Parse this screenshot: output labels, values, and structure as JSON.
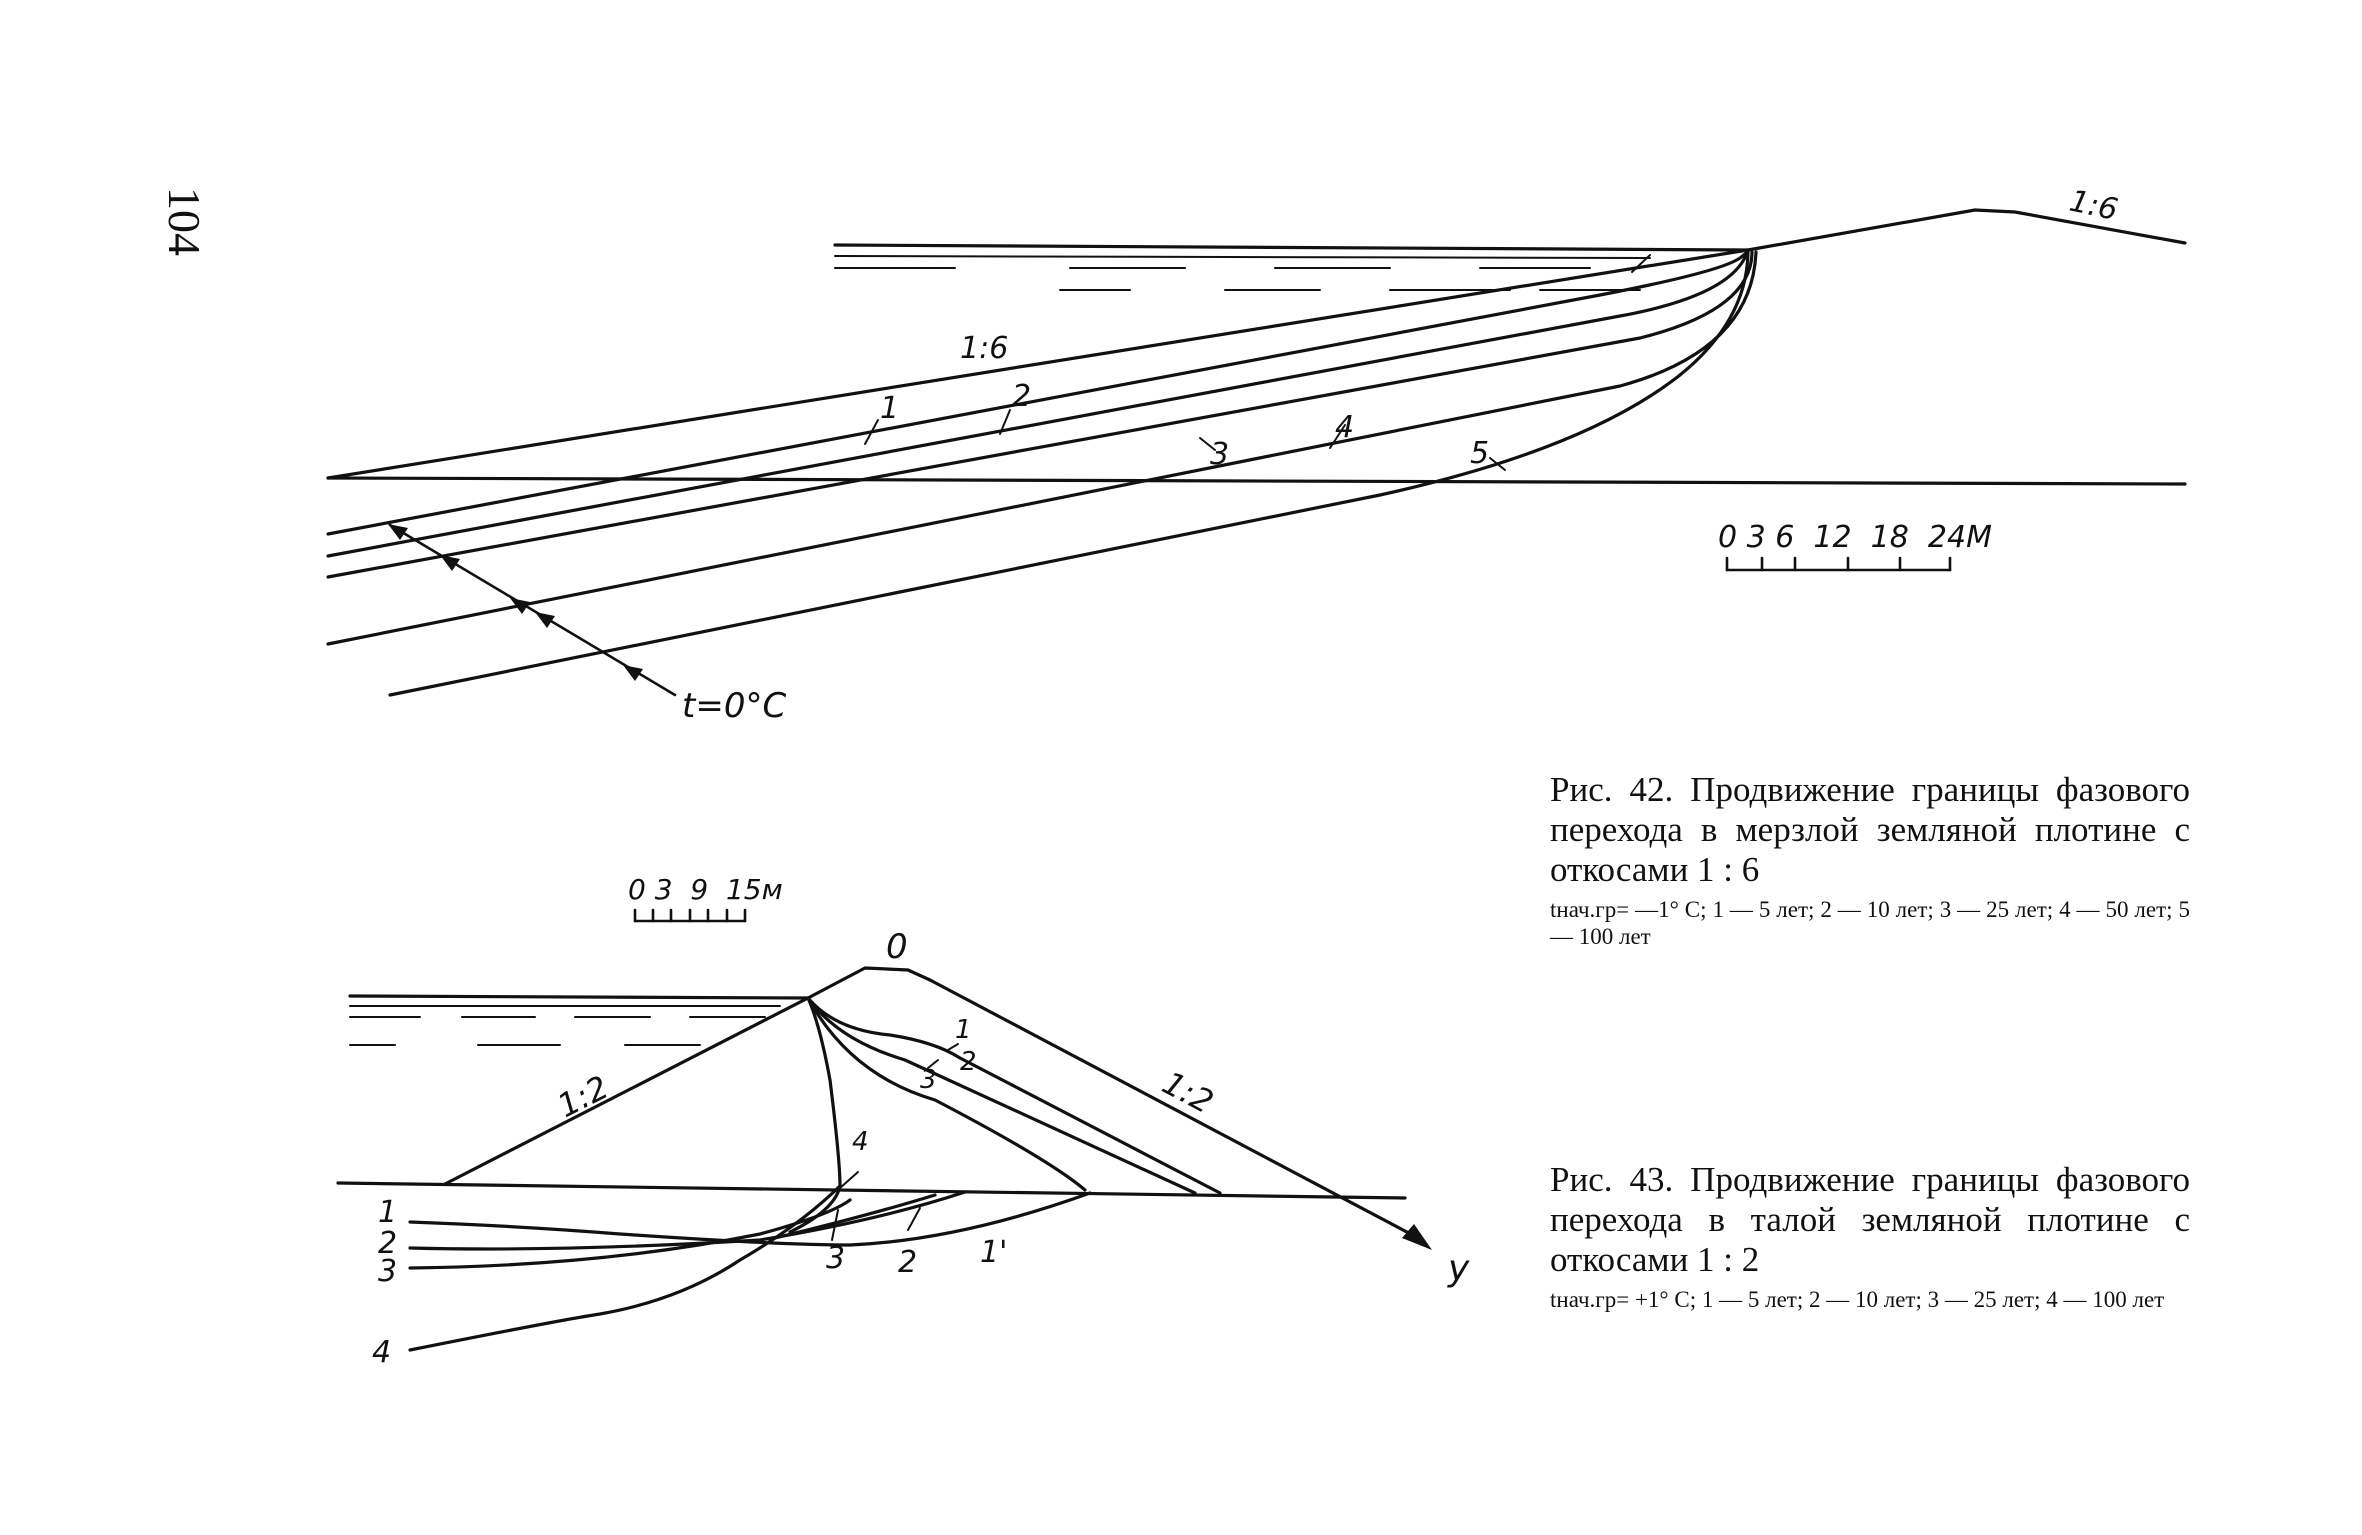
{
  "page_number": "104",
  "figure42": {
    "slope_label_upstream": "1:6",
    "slope_label_downstream": "1:6",
    "curve_labels": [
      "1",
      "2",
      "3",
      "4",
      "5"
    ],
    "isotherm_label": "t=0°C",
    "scale_label": "0 3 6  12  18  24М",
    "caption_title": "Рис. 42. Продвижение границы фазового перехода в мерзлой земляной плотине с откосами 1 : 6",
    "caption_legend": "tнач.гр= —1° С; 1 — 5 лет; 2 — 10 лет; 3 — 25 лет; 4 — 50 лет; 5 — 100 лет"
  },
  "figure43": {
    "slope_label_upstream": "1:2",
    "slope_label_downstream": "1:2",
    "origin_label": "0",
    "axis_label": "y",
    "curve_labels": [
      "1",
      "2",
      "3",
      "4"
    ],
    "curve_labels_inner": [
      "1'",
      "2",
      "3"
    ],
    "scale_label": "0 3  9  15м",
    "caption_title": "Рис. 43. Продвижение границы фазового перехода в талой земляной плотине с откосами 1 : 2",
    "caption_legend": "tнач.гр= +1° С; 1 — 5 лет; 2 — 10 лет; 3 — 25 лет; 4 — 100 лет"
  }
}
